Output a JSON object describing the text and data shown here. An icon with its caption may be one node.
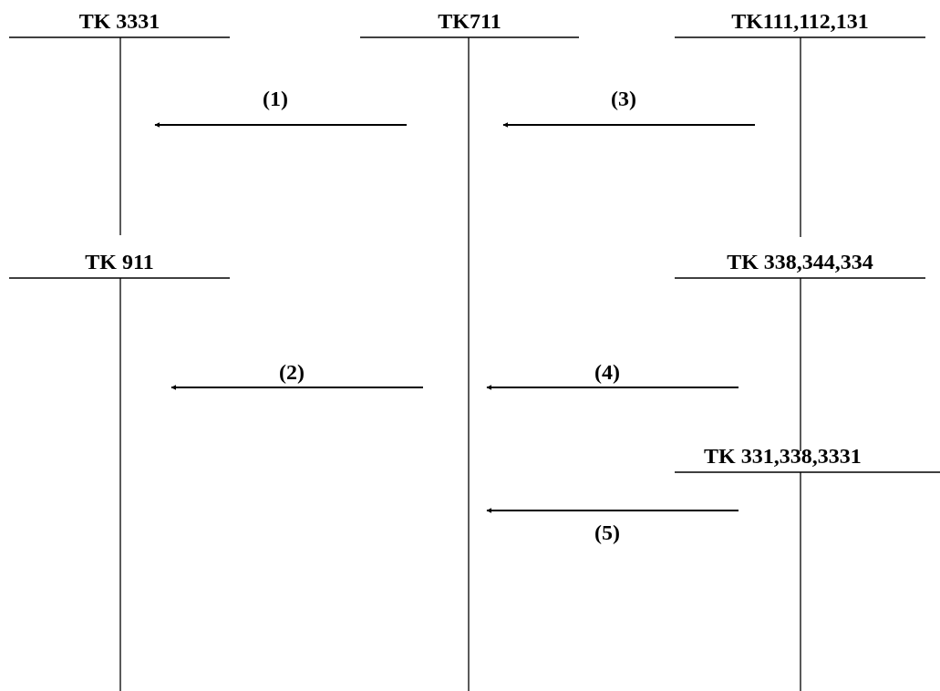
{
  "diagram": {
    "nodes": [
      {
        "text": [
          "TK 3331"
        ]
      },
      {
        "text": [
          "TK711"
        ]
      },
      {
        "text": [
          "TK111,112,131"
        ]
      },
      {
        "text": [
          "TK 911"
        ]
      },
      {
        "text": [
          "TK 338,344,334"
        ]
      },
      {
        "text": [
          "TK 331,338,3331"
        ]
      }
    ],
    "edges": [
      {
        "from": 1,
        "to": 0,
        "arrow": "to",
        "label": "(1)"
      },
      {
        "from": 1,
        "to": 3,
        "arrow": "to",
        "label": "(2)"
      },
      {
        "from": 2,
        "to": 1,
        "arrow": "to",
        "label": "(3)"
      },
      {
        "from": 4,
        "to": 1,
        "arrow": "to",
        "label": "(4)"
      },
      {
        "from": 5,
        "to": 1,
        "arrow": "to",
        "label": "(5)"
      }
    ]
  }
}
